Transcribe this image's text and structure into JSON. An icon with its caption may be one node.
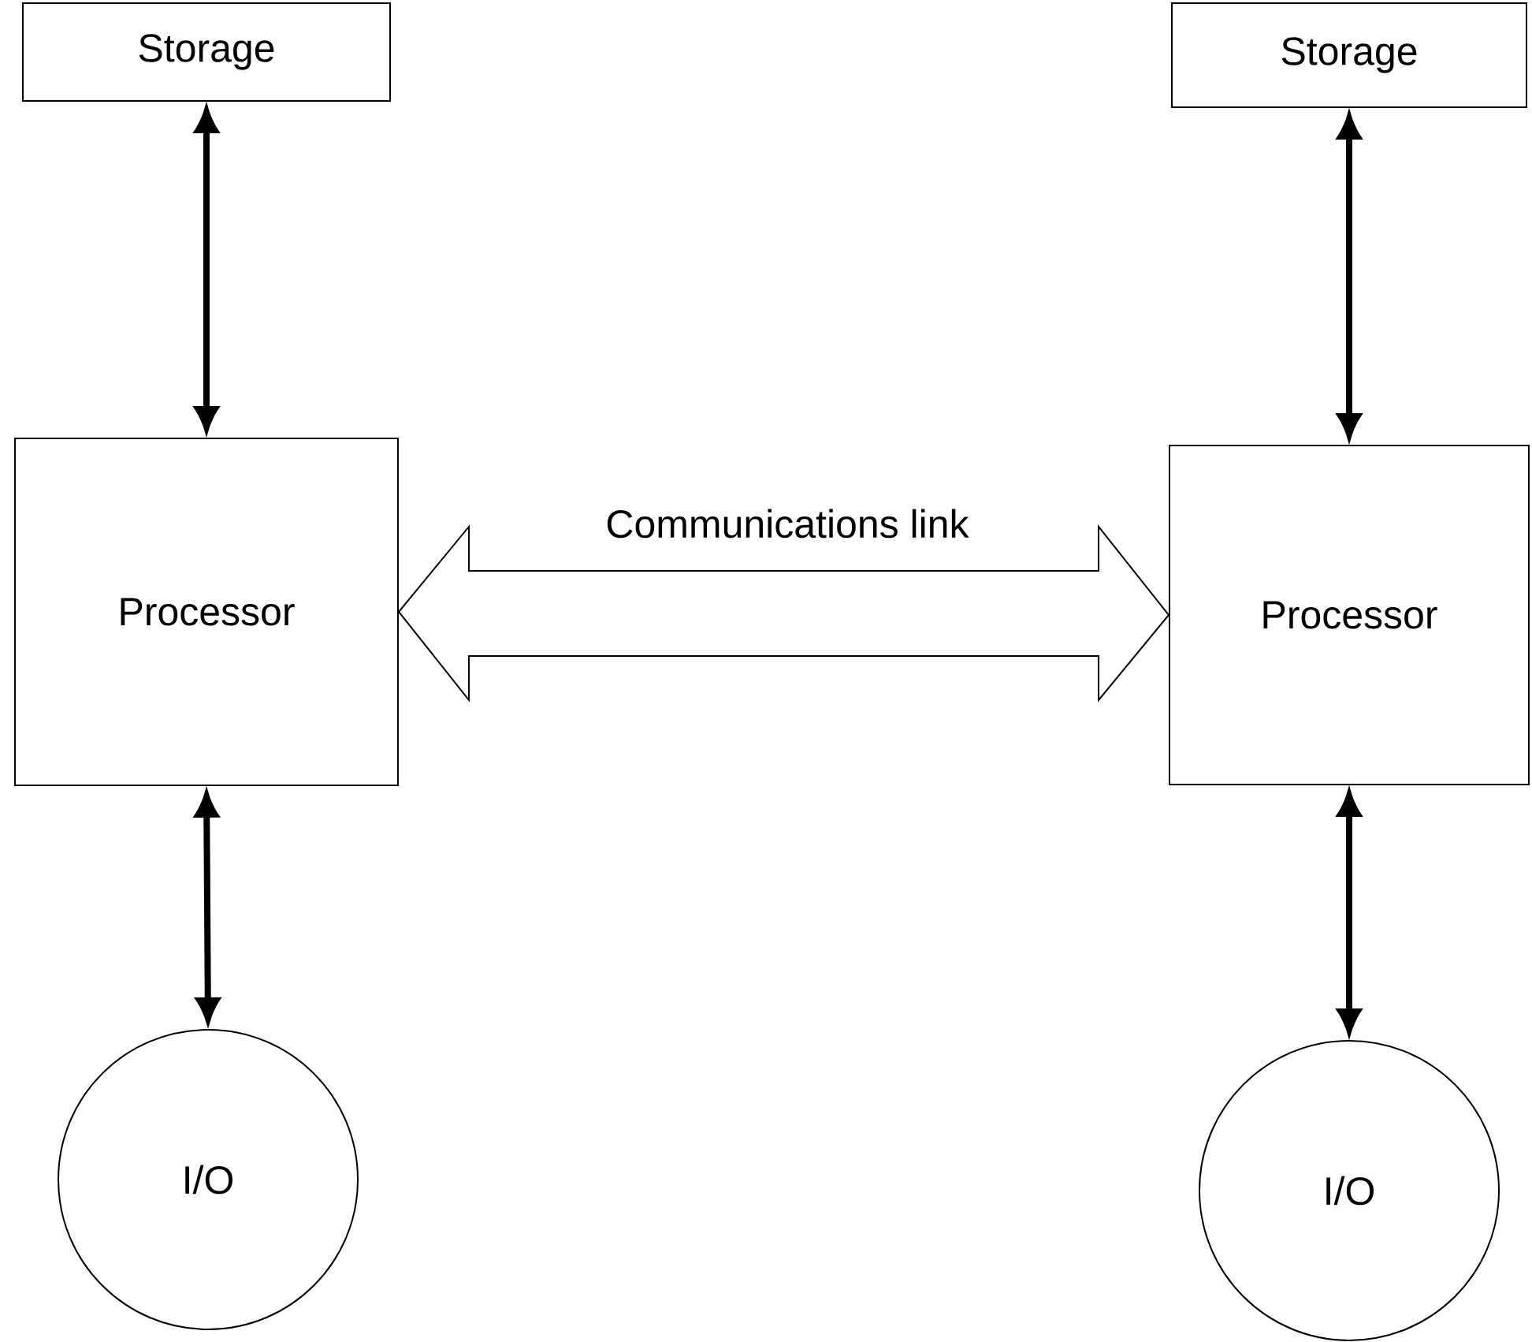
{
  "diagram": {
    "nodes": [
      {
        "text": [
          "Storage"
        ]
      },
      {
        "text": [
          "Processor"
        ]
      },
      {
        "text": [
          "I/O"
        ]
      },
      {
        "text": [
          "Storage"
        ]
      },
      {
        "text": [
          "Processor"
        ]
      },
      {
        "text": [
          "I/O"
        ]
      }
    ],
    "edges": [
      {
        "from": 0,
        "to": 1,
        "arrow": "both"
      },
      {
        "from": 1,
        "to": 2,
        "arrow": "both"
      },
      {
        "from": 1,
        "to": 4,
        "arrow": "both",
        "label": "Communications link",
        "style": "thick"
      },
      {
        "from": 3,
        "to": 4,
        "arrow": "both"
      },
      {
        "from": 4,
        "to": 5,
        "arrow": "both"
      }
    ]
  }
}
